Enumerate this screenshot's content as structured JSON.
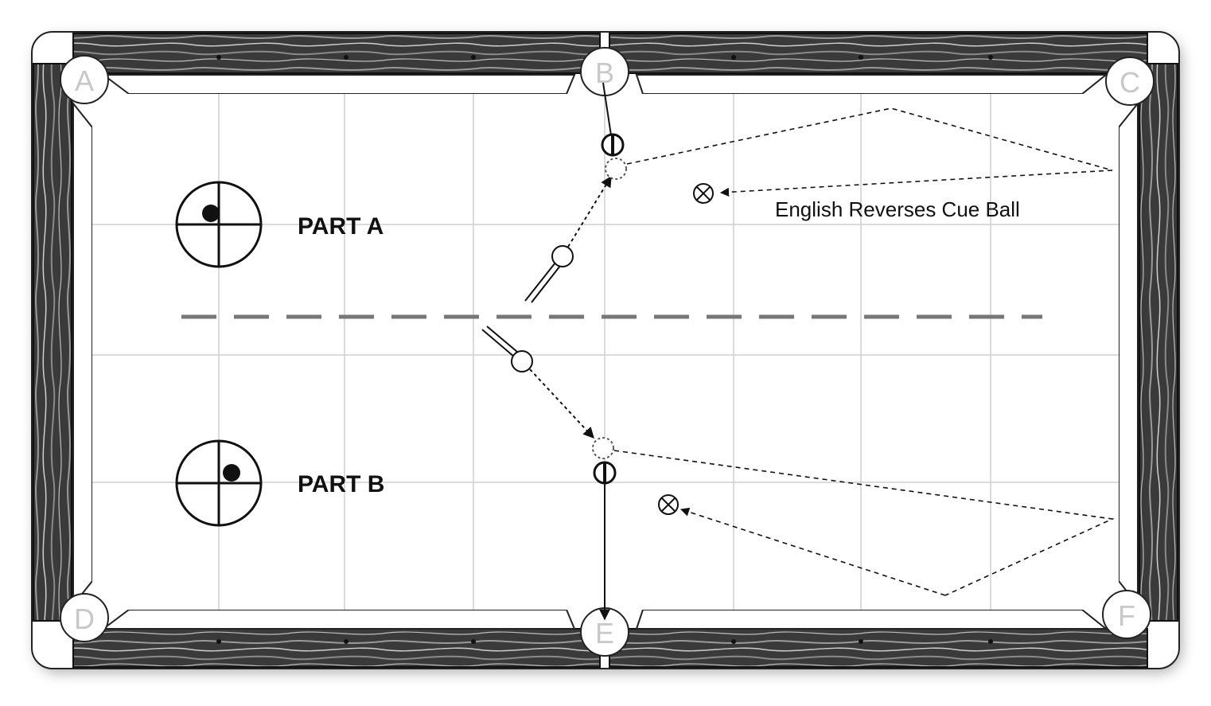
{
  "pockets": {
    "a": "A",
    "b": "B",
    "c": "C",
    "d": "D",
    "e": "E",
    "f": "F"
  },
  "sections": {
    "part_a": "PART A",
    "part_b": "PART B"
  },
  "annotation": {
    "english_note": "English Reverses Cue Ball"
  },
  "colors": {
    "rail_dark": "#2b2b2b",
    "cloth": "#ffffff",
    "grid": "#cfcfcf",
    "line": "#111111",
    "pocket_label": "#c8c8c8"
  }
}
